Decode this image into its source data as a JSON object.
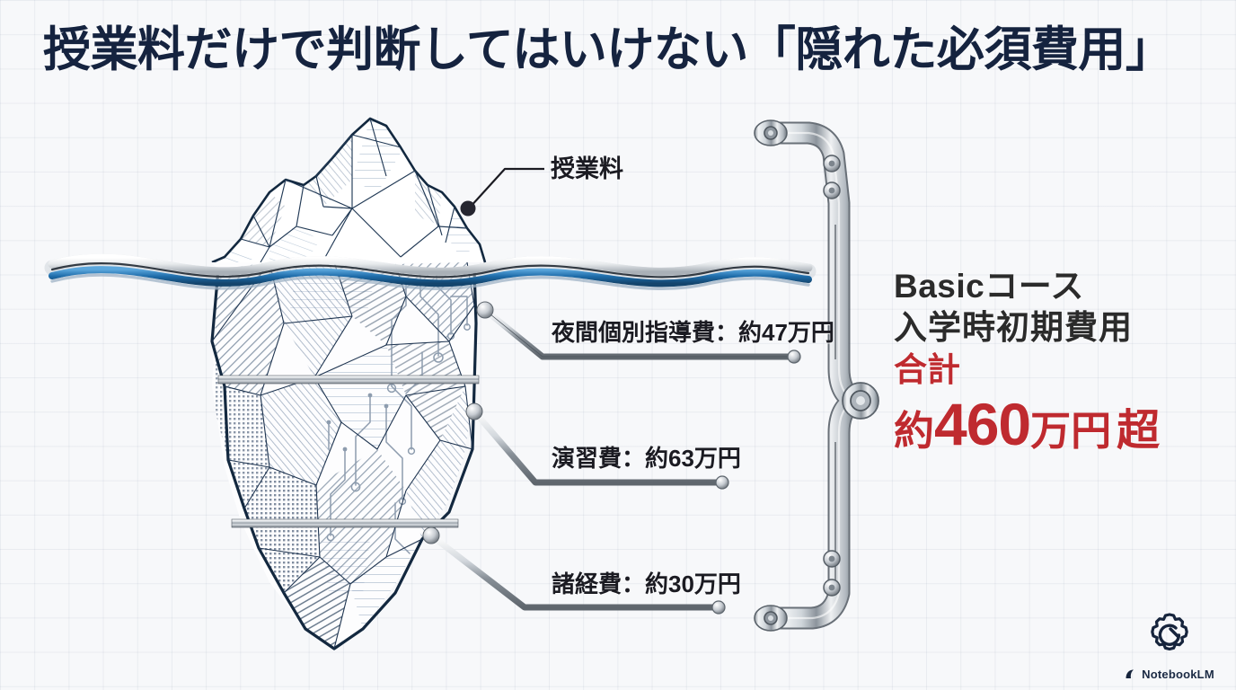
{
  "slide": {
    "title": "授業料だけで判断してはいけない「隠れた必須費用」",
    "background_color": "#f7f8fa",
    "title_color": "#15233f",
    "accent_red": "#bf2a2f",
    "ink_navy": "#1b3350"
  },
  "diagram": {
    "type": "iceberg",
    "waterline_label": "waterline",
    "above_water": {
      "label": "授業料",
      "leader": "thin-dark-line-with-dot"
    },
    "below_water_items": [
      {
        "label": "夜間個別指導費：約47万円",
        "name": "夜間個別指導費",
        "amount": "約47万円",
        "value_man_yen": 47
      },
      {
        "label": "演習費：約63万円",
        "name": "演習費",
        "amount": "約63万円",
        "value_man_yen": 63
      },
      {
        "label": "諸経費：約30万円",
        "name": "諸経費",
        "amount": "約30万円",
        "value_man_yen": 30
      }
    ]
  },
  "summary": {
    "course": "Basicコース",
    "cost_type": "入学時初期費用",
    "total_label": "合計",
    "amount_prefix": "約",
    "amount_number": "460",
    "amount_unit": "万円",
    "amount_suffix": "超"
  },
  "watermark": {
    "text": "NotebookLM",
    "gear_icon": "gear-icon",
    "mark_icon": "notebooklm-mark-icon"
  }
}
